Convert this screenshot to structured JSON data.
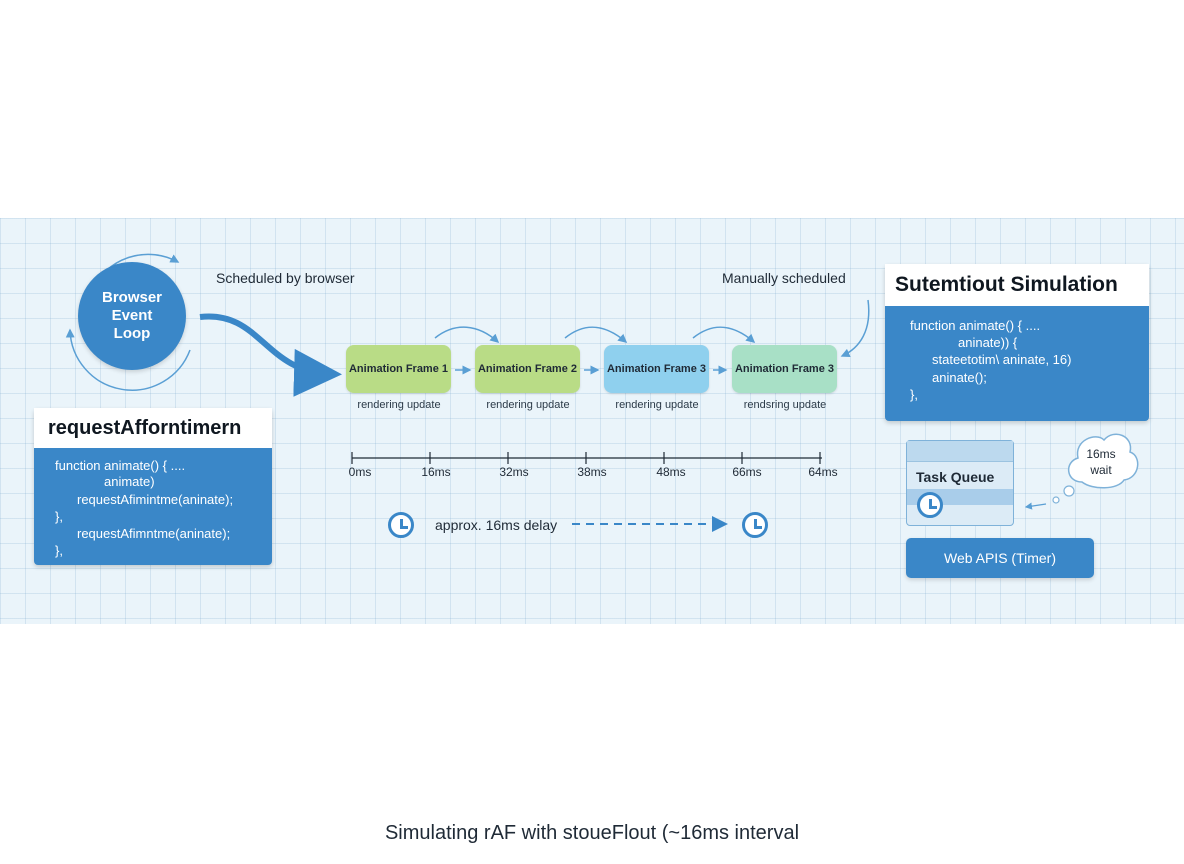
{
  "event_loop": {
    "line1": "Browser",
    "line2": "Event",
    "line3": "Loop"
  },
  "labels": {
    "scheduled_by_browser": "Scheduled by browser",
    "manually_scheduled": "Manually scheduled"
  },
  "frames": [
    {
      "label": "Animation Frame 1",
      "sub": "rendering update",
      "color": "#b9dc86"
    },
    {
      "label": "Animation Frame 2",
      "sub": "rendering update",
      "color": "#b9dc86"
    },
    {
      "label": "Animation Frame 3",
      "sub": "rendering update",
      "color": "#8fd0ee"
    },
    {
      "label": "Animation Frame 3",
      "sub": "rendsring update",
      "color": "#a8e0c6"
    }
  ],
  "timeline": {
    "ticks": [
      "0ms",
      "16ms",
      "32ms",
      "38ms",
      "48ms",
      "66ms",
      "64ms"
    ]
  },
  "delay": {
    "label": "approx. 16ms delay"
  },
  "raf_card": {
    "title": "requestAfforntimern",
    "lines": [
      "function animate() { ....",
      "animate)",
      "requestAfimintme(aninate);",
      "},",
      "requestAfimntme(aninate);",
      "},"
    ]
  },
  "timeout_card": {
    "title": "Sutemtiout Simulation",
    "lines": [
      "function animate() { ....",
      "aninate)) {",
      "stateetotim\\ aninate, 16)",
      "aninate();",
      "},"
    ]
  },
  "task_queue": {
    "label": "Task Queue"
  },
  "web_apis": {
    "label": "Web APIS (Timer)"
  },
  "wait_cloud": {
    "line1": "16ms",
    "line2": "wait"
  },
  "footer": {
    "caption": "Simulating rAF with stoueFlout (~16ms interval"
  },
  "colors": {
    "accent": "#3a87c8",
    "panel_bg": "#eaf4fa",
    "frame_green": "#b9dc86",
    "frame_blue": "#8fd0ee",
    "frame_mint": "#a8e0c6"
  }
}
